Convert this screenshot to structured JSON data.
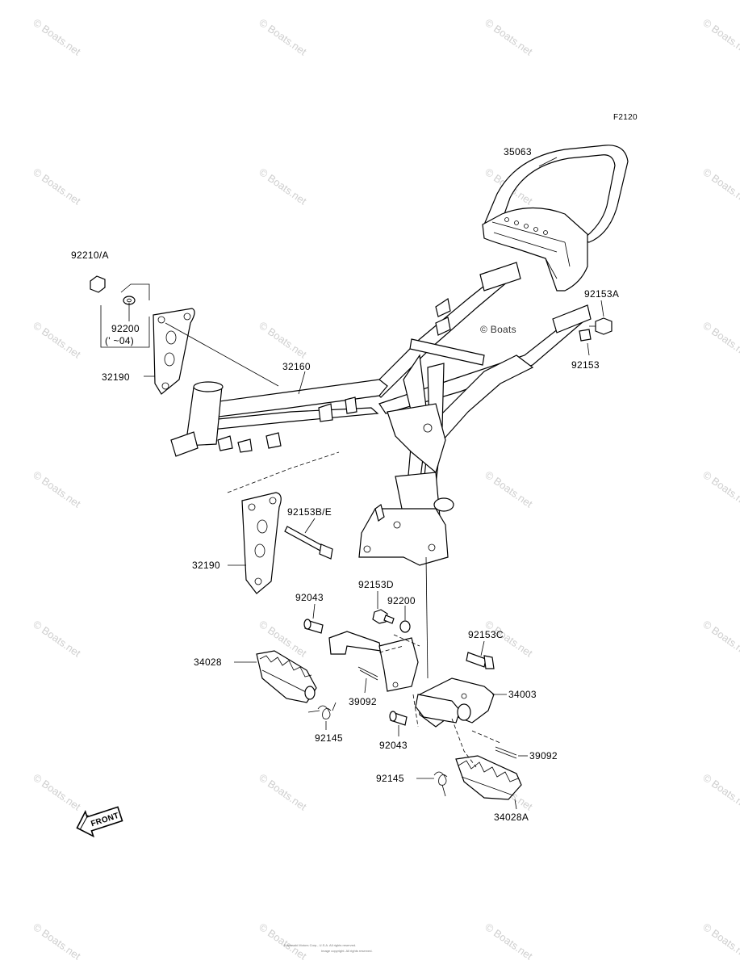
{
  "figure_id": "F2120",
  "part_labels": {
    "p35063": "35063",
    "p92210A": "92210/A",
    "p92200_top": "92200",
    "p92200_note": "(' ~04)",
    "p32190_top": "32190",
    "p32160": "32160",
    "p92153A": "92153A",
    "p92153": "92153",
    "p92153BE": "92153B/E",
    "p32190_bottom": "32190",
    "p92153D": "92153D",
    "p92200_lower": "92200",
    "p92043_top": "92043",
    "p92153C": "92153C",
    "p34028": "34028",
    "p34003": "34003",
    "p39092_left": "39092",
    "p92145_left": "92145",
    "p92043_lower": "92043",
    "p39092_right": "39092",
    "p92145_right": "92145",
    "p34028A": "34028A"
  },
  "front_arrow_label": "FRONT",
  "watermark_text": "© Boats.net",
  "diagram_watermark": "© Boats",
  "footer": {
    "line1": "Kawasaki Motors Corp., U.S.A. All rights reserved.",
    "line2": "Image copyright. All rights reserved."
  },
  "icons": {
    "front_arrow": "front-arrow-icon"
  }
}
